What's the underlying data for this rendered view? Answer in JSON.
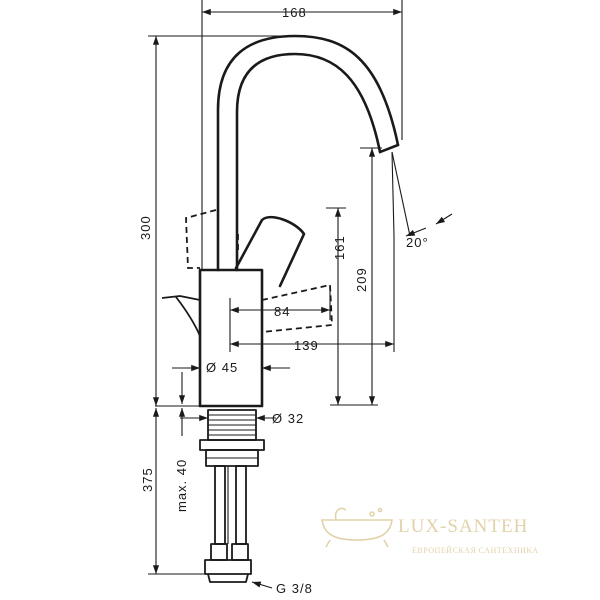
{
  "dimensions": {
    "width_top": "168",
    "total_height": "300",
    "angle": "20°",
    "spout_height": "209",
    "handle_height": "161",
    "handle_reach": "84",
    "spout_reach": "139",
    "body_diameter": "Ø 45",
    "shank_diameter": "Ø 32",
    "below_deck": "375",
    "max_thickness": "max. 40",
    "thread": "G 3/8"
  },
  "watermark": {
    "brand": "LUX-SANTEH",
    "tagline": "ЕВРОПЕЙСКАЯ САНТЕХНИКА",
    "color": "#d9c48f"
  }
}
